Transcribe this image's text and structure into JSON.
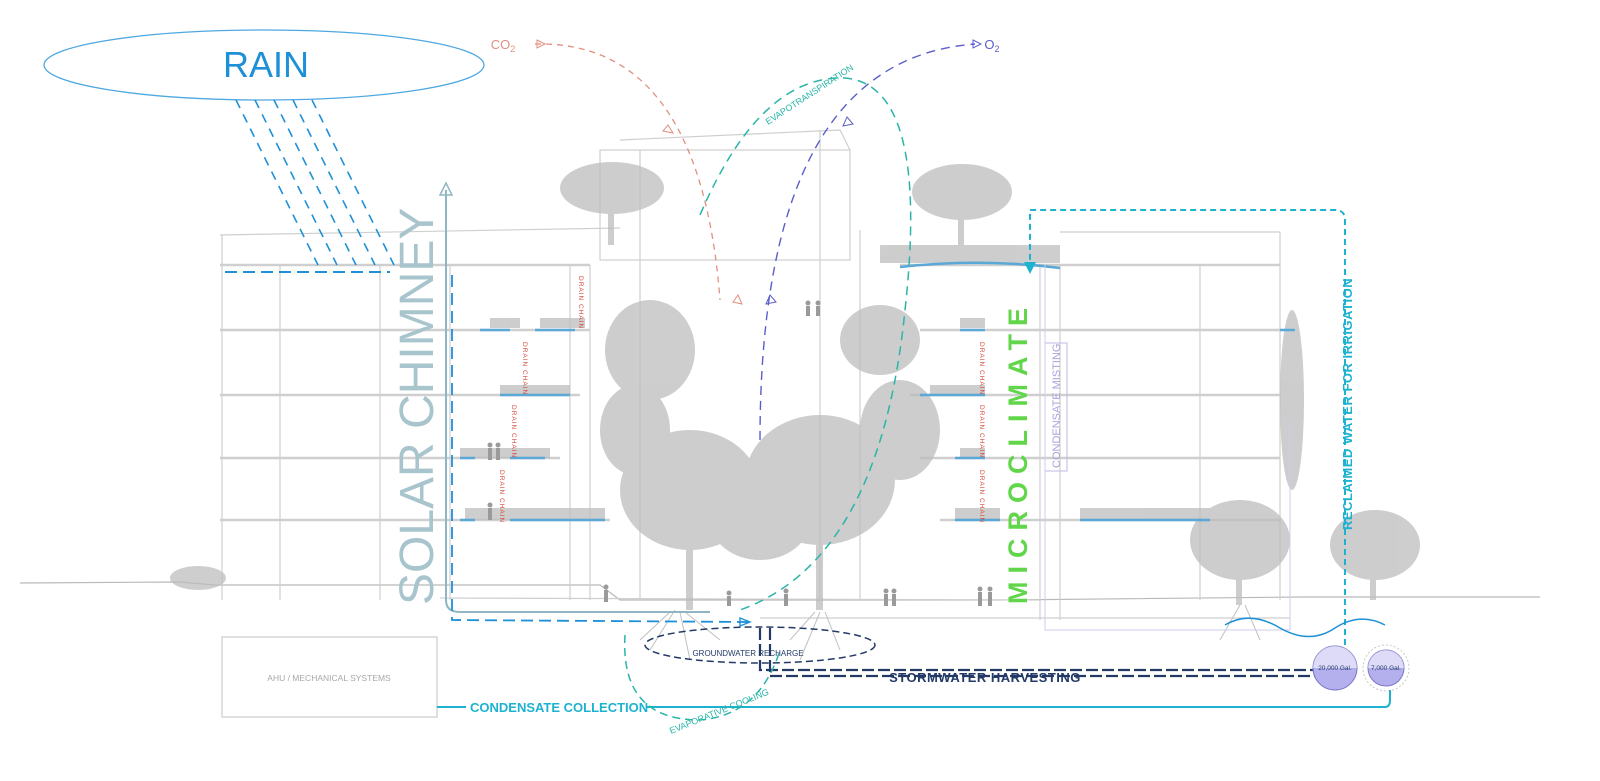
{
  "labels": {
    "rain": "RAIN",
    "co2": "CO",
    "co2_sub": "2",
    "o2": "O",
    "o2_sub": "2",
    "evapotranspiration": "EVAPOTRANSPIRATION",
    "solar_chimney": "SOLAR CHIMNEY",
    "microclimate": "MICROCLIMATE",
    "condensate_misting": "CONDENSATE MISTING",
    "reclaimed_water": "RECLAIMED WATER FOR IRRIGATION",
    "drain_chain": "DRAIN CHAIN",
    "groundwater_recharge": "GROUNDWATER RECHARGE",
    "stormwater_harvesting": "STORMWATER HARVESTING",
    "condensate_collection": "CONDENSATE COLLECTION",
    "evaporative_cooling": "EVAPORATIVE COOLING",
    "ahu": "AHU / MECHANICAL SYSTEMS",
    "tank_large": "20,000 Gal.",
    "tank_small": "7,000 Gal."
  },
  "colors": {
    "rain_blue": "#1e90d8",
    "ellipse_blue": "#4fa8e0",
    "co2_red": "#e0907f",
    "o2_purple": "#5a5fc8",
    "teal": "#2ab5a8",
    "solar_gray": "#a8c4cc",
    "micro_green": "#62d64a",
    "misting_lavender": "#a8a3dc",
    "cyan": "#1cb2d0",
    "navy": "#243a66",
    "drain_red": "#d4493a",
    "building_gray": "#c8c8c8",
    "tree_gray": "#b3b3b3"
  }
}
